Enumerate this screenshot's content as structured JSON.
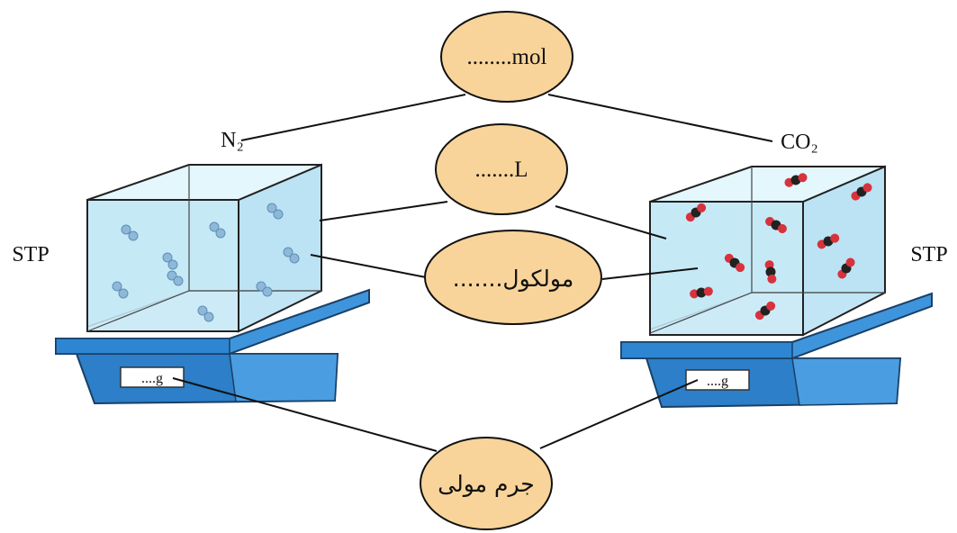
{
  "left_box": {
    "gas_label": "N₂",
    "condition": "STP",
    "scale_readout": "....g"
  },
  "right_box": {
    "gas_label": "CO₂",
    "condition": "STP",
    "scale_readout": "....g"
  },
  "ovals": {
    "mol": "........mol",
    "volume": ".......L",
    "molecules": "مولکول.......",
    "molar_mass": "جرم مولی"
  },
  "colors": {
    "oval_fill": "#f8d49a",
    "box_fill": "#c8ecf8",
    "scale_blue": "#3a8fd4",
    "co2_red": "#d8323c"
  }
}
